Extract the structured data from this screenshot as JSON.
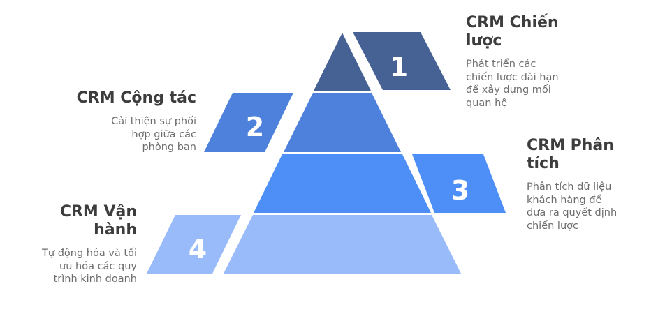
{
  "diagram": {
    "type": "pyramid-infographic",
    "colors": {
      "background": "#FFFFFF",
      "title_color": "#3D3D3D",
      "description_color": "#6D6D6D",
      "number_color": "#FFFFFF"
    },
    "levels": [
      {
        "number": "1",
        "title": "CRM Chiến lược",
        "description": "Phát triển các chiến lược dài hạn để xây dựng mối quan hệ",
        "color": "#466194",
        "label_side": "right"
      },
      {
        "number": "2",
        "title": "CRM Cộng tác",
        "description": "Cải thiện sự phối hợp giữa các phòng ban",
        "color": "#4E81DC",
        "label_side": "left"
      },
      {
        "number": "3",
        "title": "CRM Phân tích",
        "description": "Phân tích dữ liệu khách hàng để đưa ra quyết định chiến lược",
        "color": "#4D8EF7",
        "label_side": "right"
      },
      {
        "number": "4",
        "title": "CRM Vận hành",
        "description": "Tự động hóa và tối ưu hóa các quy trình kinh doanh",
        "color": "#99BBFA",
        "label_side": "left"
      }
    ]
  }
}
